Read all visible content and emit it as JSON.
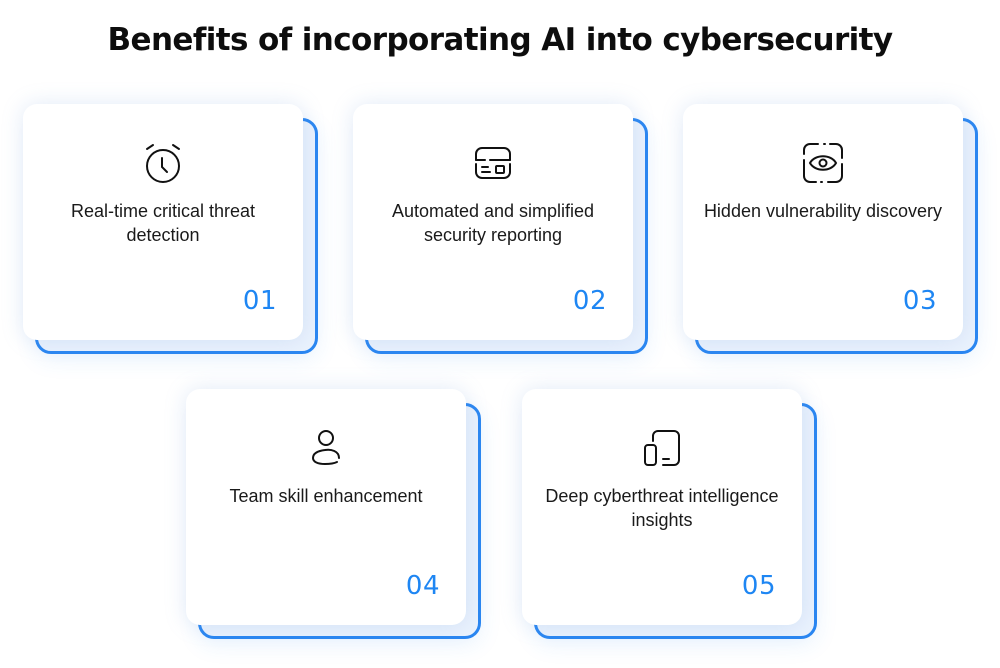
{
  "title": "Benefits of incorporating AI into cybersecurity",
  "accent_color": "#1e86f3",
  "cards": [
    {
      "number": "01",
      "icon": "alarm-clock-icon",
      "label": "Real-time critical threat detection"
    },
    {
      "number": "02",
      "icon": "id-card-icon",
      "label": "Automated and simplified security reporting"
    },
    {
      "number": "03",
      "icon": "eye-scan-icon",
      "label": "Hidden vulnerability discovery"
    },
    {
      "number": "04",
      "icon": "user-icon",
      "label": "Team skill enhancement"
    },
    {
      "number": "05",
      "icon": "devices-icon",
      "label": "Deep cyberthreat intelligence insights"
    }
  ]
}
